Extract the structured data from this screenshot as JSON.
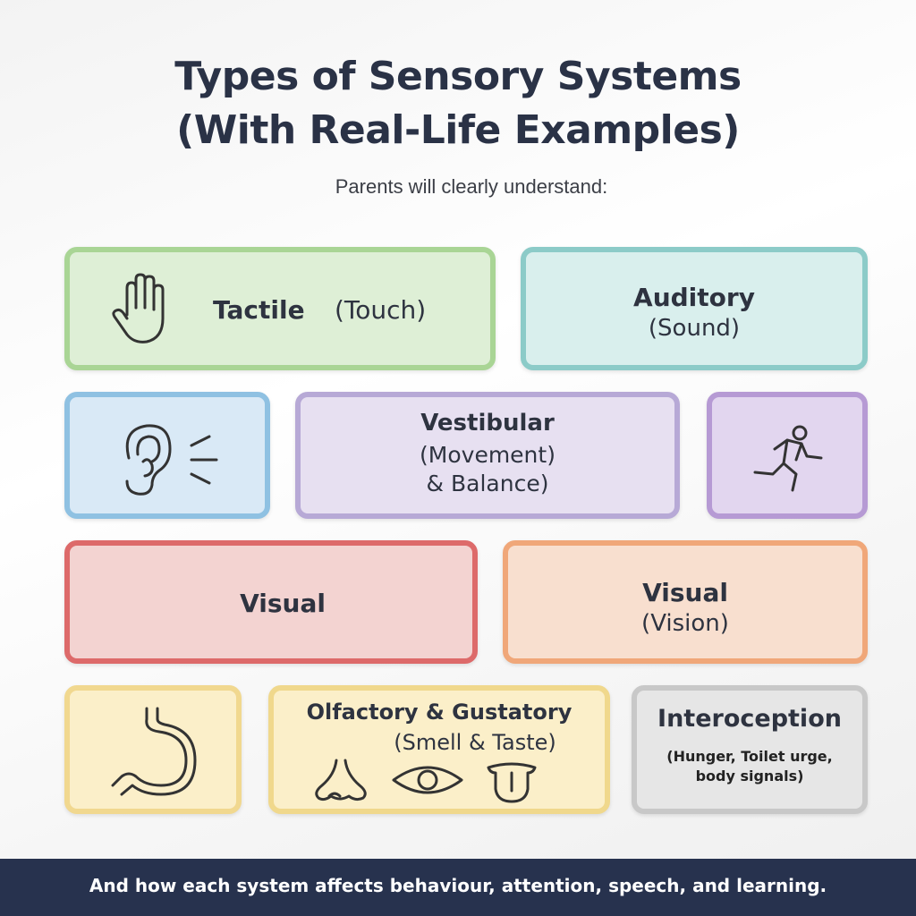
{
  "header": {
    "title_line1": "Types of Sensory Systems",
    "title_line2": "(With Real-Life Examples)",
    "subtitle": "Parents will clearly understand:"
  },
  "cards": {
    "tactile": {
      "name": "Tactile",
      "detail": "(Touch)",
      "icon": "hand-icon",
      "color": "#a9d595"
    },
    "auditory": {
      "name": "Auditory",
      "detail": "(Sound)",
      "color": "#8ccbc8"
    },
    "ear": {
      "icon": "ear-icon",
      "color": "#8fc1e2"
    },
    "vestibular": {
      "name": "Vestibular",
      "detail_line1": "(Movement)",
      "detail_line2": "& Balance)",
      "color": "#b7a9d6"
    },
    "runner": {
      "icon": "running-person-icon",
      "color": "#b69ad4"
    },
    "visual_red": {
      "name": "Visual",
      "color": "#dd6a6a"
    },
    "visual_orange": {
      "name": "Visual",
      "detail": "(Vision)",
      "color": "#f0a779"
    },
    "stomach": {
      "icon": "stomach-icon",
      "color": "#f1d88f"
    },
    "olfactory": {
      "name": "Olfactory & Gustatory",
      "detail": "(Smell & Taste)",
      "icons": [
        "nose-icon",
        "eye-icon",
        "tongue-icon"
      ],
      "color": "#f0d88c"
    },
    "interoception": {
      "name": "Interoception",
      "detail_line1": "(Hunger, Toilet urge,",
      "detail_line2": "body signals)",
      "color": "#c8c8c8"
    }
  },
  "footer": {
    "text": "And how each system affects behaviour, attention, speech, and learning."
  }
}
